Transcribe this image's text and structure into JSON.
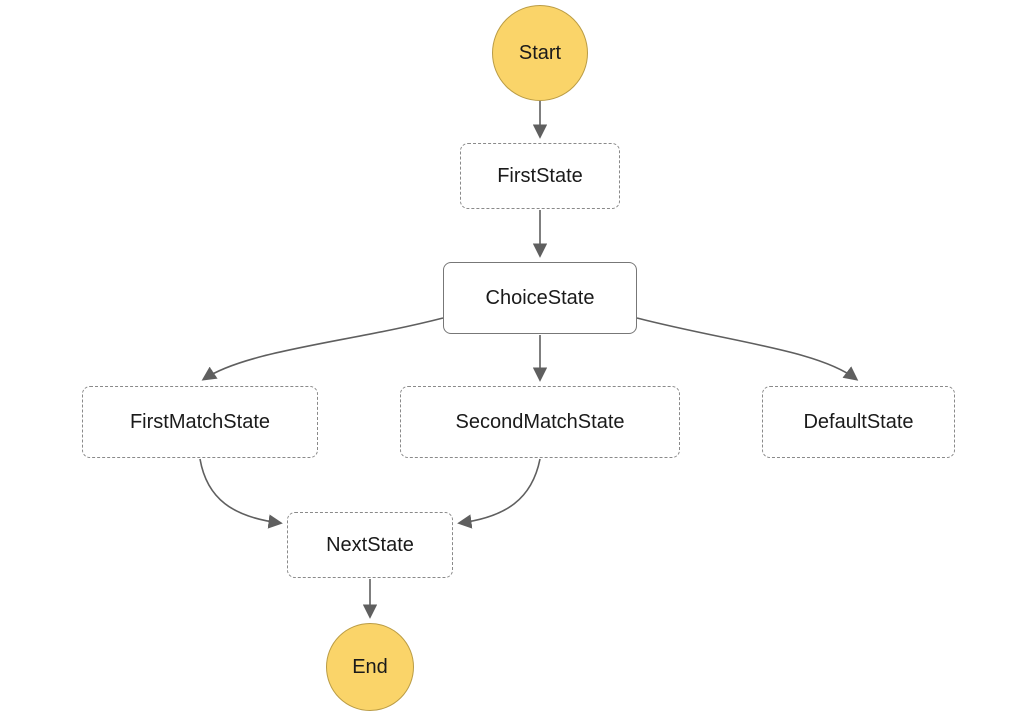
{
  "diagram": {
    "kind": "state-machine-flow",
    "nodes": {
      "start": {
        "label": "Start",
        "shape": "circle",
        "border": "solid"
      },
      "first_state": {
        "label": "FirstState",
        "shape": "rect",
        "border": "dashed"
      },
      "choice_state": {
        "label": "ChoiceState",
        "shape": "rect",
        "border": "solid"
      },
      "first_match": {
        "label": "FirstMatchState",
        "shape": "rect",
        "border": "dashed"
      },
      "second_match": {
        "label": "SecondMatchState",
        "shape": "rect",
        "border": "dashed"
      },
      "default_state": {
        "label": "DefaultState",
        "shape": "rect",
        "border": "dashed"
      },
      "next_state": {
        "label": "NextState",
        "shape": "rect",
        "border": "dashed"
      },
      "end": {
        "label": "End",
        "shape": "circle",
        "border": "solid"
      }
    },
    "edges": [
      {
        "from": "Start",
        "to": "FirstState"
      },
      {
        "from": "FirstState",
        "to": "ChoiceState"
      },
      {
        "from": "ChoiceState",
        "to": "FirstMatchState"
      },
      {
        "from": "ChoiceState",
        "to": "SecondMatchState"
      },
      {
        "from": "ChoiceState",
        "to": "DefaultState"
      },
      {
        "from": "FirstMatchState",
        "to": "NextState"
      },
      {
        "from": "SecondMatchState",
        "to": "NextState"
      },
      {
        "from": "NextState",
        "to": "End"
      }
    ],
    "colors": {
      "terminal_fill": "#FAD469",
      "terminal_border": "#BA9C45",
      "edge": "#5f5f5f",
      "state_border": "#8a8a8a",
      "choice_border": "#777777",
      "text": "#1a1a1a"
    }
  }
}
